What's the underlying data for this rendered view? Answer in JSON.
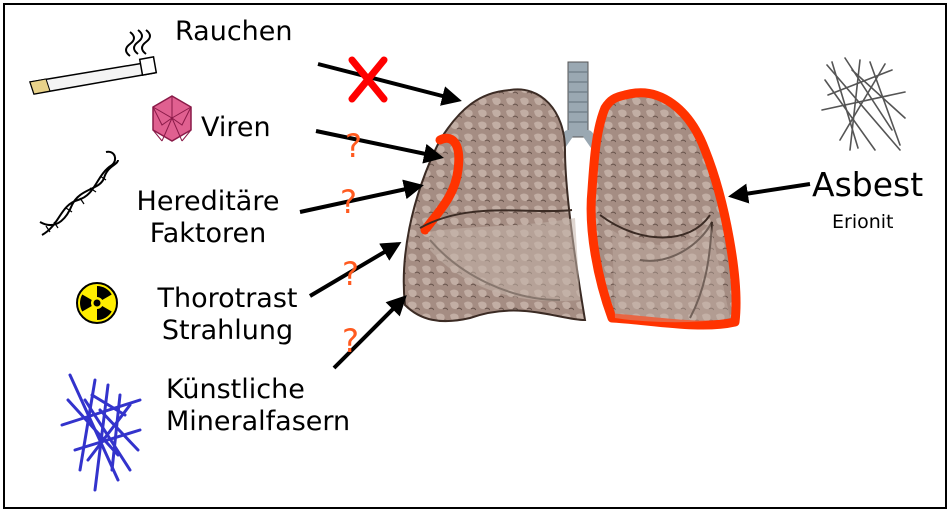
{
  "factors": {
    "smoking": "Rauchen",
    "viruses": "Viren",
    "hereditary_line1": "Hereditäre",
    "hereditary_line2": "Faktoren",
    "thorotrast_line1": "Thorotrast",
    "thorotrast_line2": "Strahlung",
    "fibers_line1": "Künstliche",
    "fibers_line2": "Mineralfasern",
    "asbestos": "Asbest",
    "erionite": "Erionit"
  },
  "marks": {
    "question": "?"
  },
  "colors": {
    "cross": "#ff0000",
    "question": "#ff5a1f",
    "pleura": "#ff3300",
    "lung": "#9c8378",
    "fibers": "#3333cc"
  },
  "icons": [
    "cigarette-icon",
    "virus-icon",
    "dna-icon",
    "radiation-icon",
    "artificial-fibers-icon",
    "asbestos-fibers-icon",
    "lungs-illustration"
  ]
}
